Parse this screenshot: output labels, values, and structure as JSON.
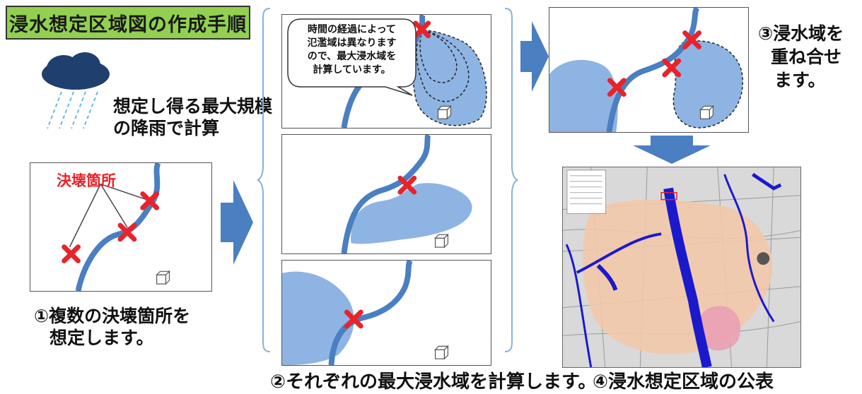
{
  "title": "浸水想定区域図の作成手順",
  "rain_text": [
    "想定し得る最大規模",
    "の降雨で計算"
  ],
  "breach_label": "決壊箇所",
  "step1": [
    "①複数の決壊箇所を",
    "想定します。"
  ],
  "bubble": [
    "時間の経過によって",
    "氾濫域は異なります",
    "ので、最大浸水域を",
    "計算しています。"
  ],
  "step2": "②それぞれの最大浸水域を計算します。",
  "step3": [
    "③浸水域を",
    "重ね合せ",
    "ます。"
  ],
  "step4": "④浸水想定区域の公表",
  "colors": {
    "title_bg": "#92d050",
    "river": "#4a7fc1",
    "flood": "#8eb4e3",
    "breach_mark": "#e8232a",
    "arrow": "#4a7fc1"
  },
  "icons": [
    "cloud-icon",
    "rain-icon",
    "breach-x-icon",
    "house-icon",
    "arrow-right-icon",
    "arrow-down-icon",
    "brace-icon"
  ]
}
